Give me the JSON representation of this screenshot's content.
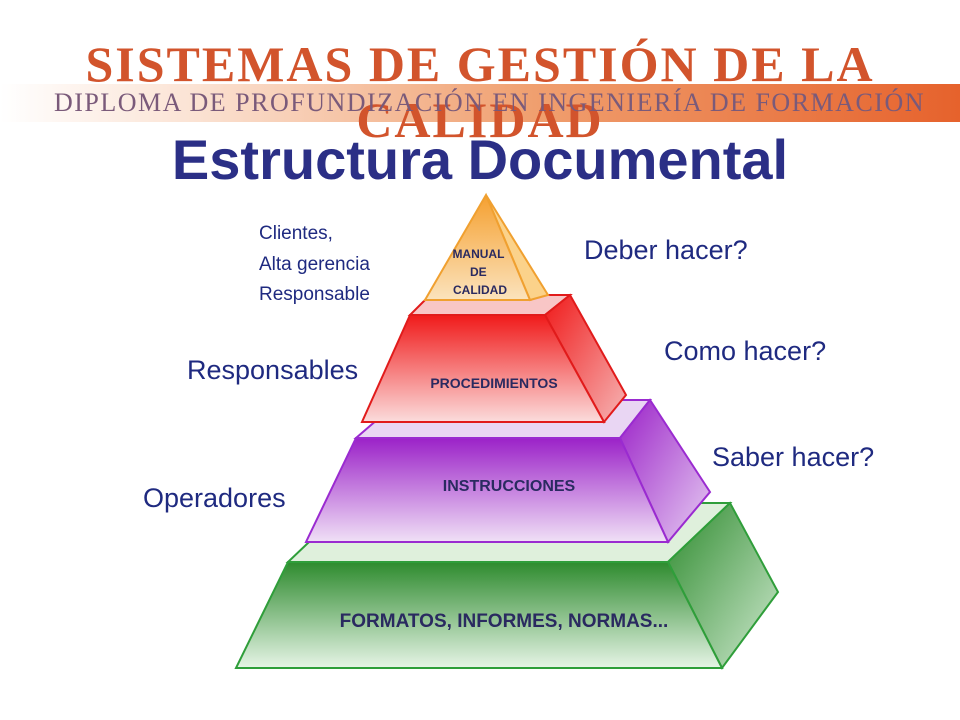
{
  "header": {
    "title": "SISTEMAS DE GESTIÓN DE LA CALIDAD",
    "subtitle": "DIPLOMA DE PROFUNDIZACIÓN EN INGENIERÍA DE FORMACIÓN"
  },
  "main_title": "Estructura Documental",
  "pyramid": {
    "levels": [
      {
        "name": "manual",
        "lines": [
          "MANUAL",
          "DE",
          "CALIDAD"
        ]
      },
      {
        "name": "procedimientos",
        "lines": [
          "PROCEDIMIENTOS"
        ]
      },
      {
        "name": "instrucciones",
        "lines": [
          "INSTRUCCIONES"
        ]
      },
      {
        "name": "formatos",
        "lines": [
          "FORMATOS, INFORMES, NORMAS..."
        ]
      }
    ]
  },
  "left_labels": {
    "top": [
      "Clientes,",
      "Alta gerencia",
      "Responsable"
    ],
    "middle": "Responsables",
    "bottom": "Operadores"
  },
  "right_labels": {
    "top": "Deber hacer?",
    "middle": "Como hacer?",
    "bottom": "Saber hacer?"
  },
  "colors": {
    "header_title": "#d2542c",
    "header_band": "#e6622c",
    "main_title": "#2b2f86",
    "labels": "#1f2a80",
    "manual": "#f5a030",
    "procedimientos": "#f01a1a",
    "instrucciones": "#9b22c8",
    "formatos": "#2e8b2e"
  }
}
